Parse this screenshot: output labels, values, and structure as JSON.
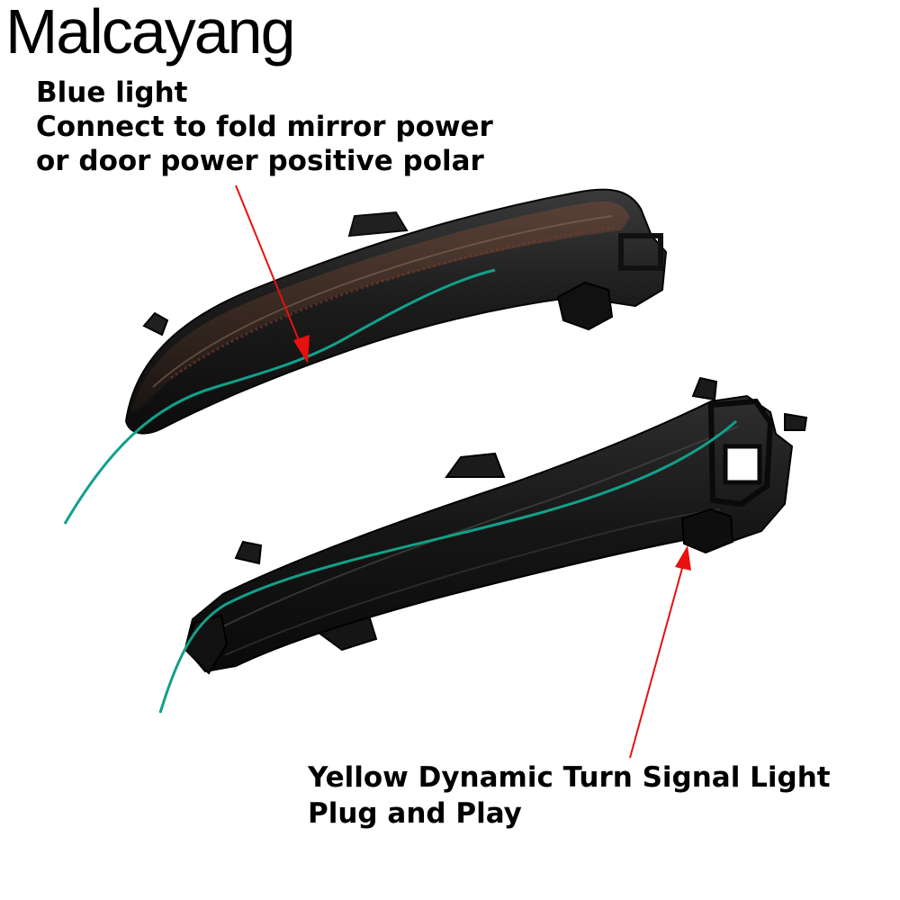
{
  "brand": {
    "logo_text": "Malcayang"
  },
  "captions": {
    "blue_light": {
      "lines": [
        "Blue light",
        "Connect to fold mirror power",
        "or door power positive polar"
      ]
    },
    "yellow_light": {
      "lines": [
        "Yellow Dynamic Turn Signal Light",
        "Plug and Play"
      ]
    }
  },
  "colors": {
    "housing": "#1a1a1a",
    "lens": "#3a2a22",
    "wire": "#12a08a",
    "arrow": "#e81010",
    "text": "#000000"
  }
}
